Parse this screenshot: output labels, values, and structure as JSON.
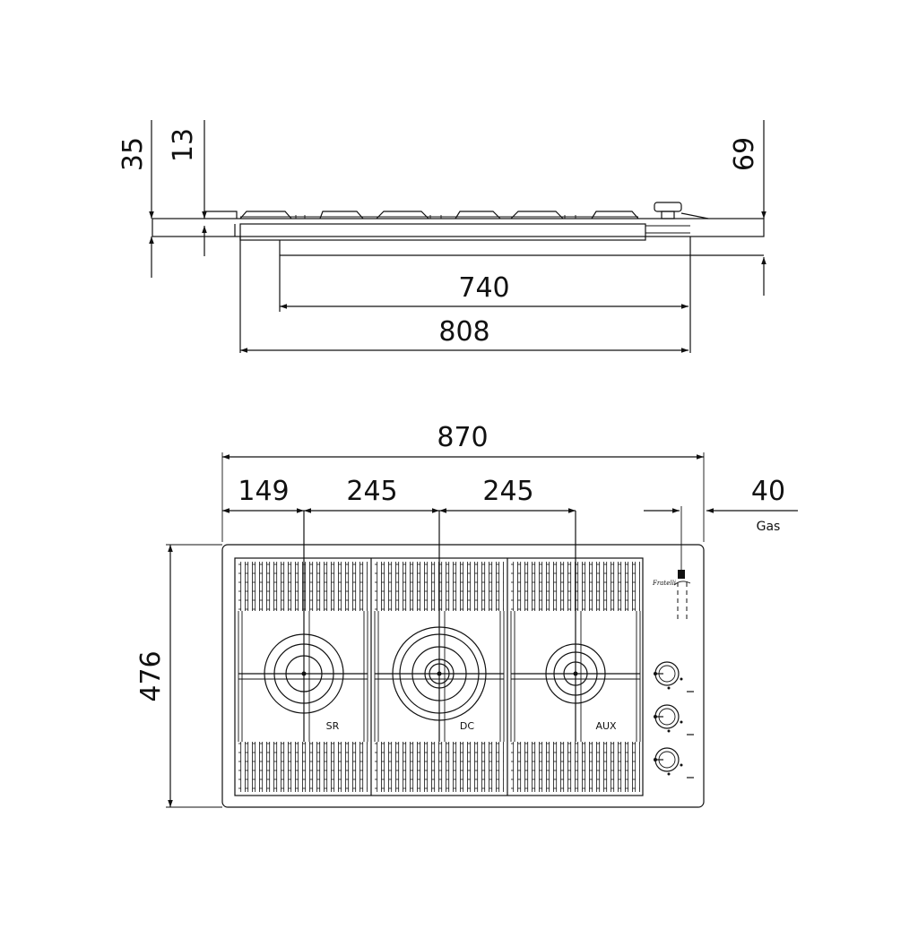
{
  "side_view": {
    "dim_height_total": "35",
    "dim_glass": "13",
    "dim_height_knob": "69",
    "dim_cutout_inner": "740",
    "dim_cutout_outer": "808"
  },
  "top_view": {
    "dim_width": "870",
    "dim_first_burner": "149",
    "dim_spacing_1": "245",
    "dim_spacing_2": "245",
    "dim_gas": "40",
    "gas_label": "Gas",
    "dim_depth": "476",
    "burners": [
      "SR",
      "DC",
      "AUX"
    ],
    "brand_logo": "Fratelli"
  },
  "colors": {
    "line": "#111111",
    "background": "#ffffff"
  }
}
